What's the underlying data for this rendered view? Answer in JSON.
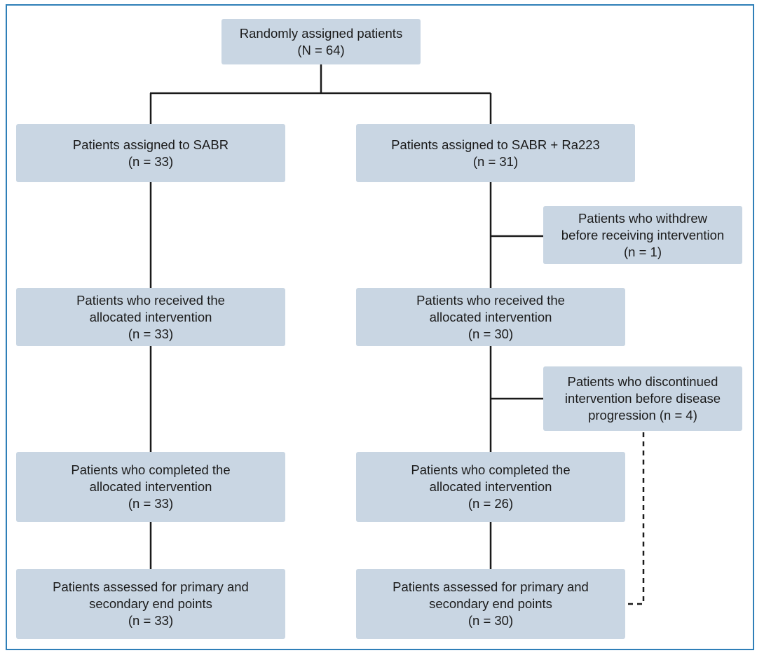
{
  "flowchart": {
    "nodes": {
      "randomized": {
        "lines": [
          "Randomly assigned patients",
          "(N = 64)"
        ]
      },
      "sabr_assigned": {
        "lines": [
          "Patients assigned to SABR",
          "(n = 33)"
        ]
      },
      "ra_assigned": {
        "lines": [
          "Patients assigned to SABR + Ra223",
          "(n = 31)"
        ]
      },
      "ra_withdrew": {
        "lines": [
          "Patients who withdrew",
          "before receiving intervention",
          "(n = 1)"
        ]
      },
      "sabr_received": {
        "lines": [
          "Patients who received the",
          "allocated intervention",
          "(n = 33)"
        ]
      },
      "ra_received": {
        "lines": [
          "Patients who received the",
          "allocated intervention",
          "(n = 30)"
        ]
      },
      "ra_discontinued": {
        "lines": [
          "Patients who discontinued",
          "intervention before disease",
          "progression (n = 4)"
        ]
      },
      "sabr_completed": {
        "lines": [
          "Patients who completed the",
          "allocated intervention",
          "(n = 33)"
        ]
      },
      "ra_completed": {
        "lines": [
          "Patients who completed the",
          "allocated intervention",
          "(n = 26)"
        ]
      },
      "sabr_assessed": {
        "lines": [
          "Patients assessed for primary and",
          "secondary end points",
          "(n = 33)"
        ]
      },
      "ra_assessed": {
        "lines": [
          "Patients assessed for primary and",
          "secondary end points",
          "(n = 30)"
        ]
      }
    },
    "colors": {
      "box_fill": "#c9d6e3",
      "connector": "#1a1a1a",
      "frame_border": "#2f7fb8"
    }
  }
}
